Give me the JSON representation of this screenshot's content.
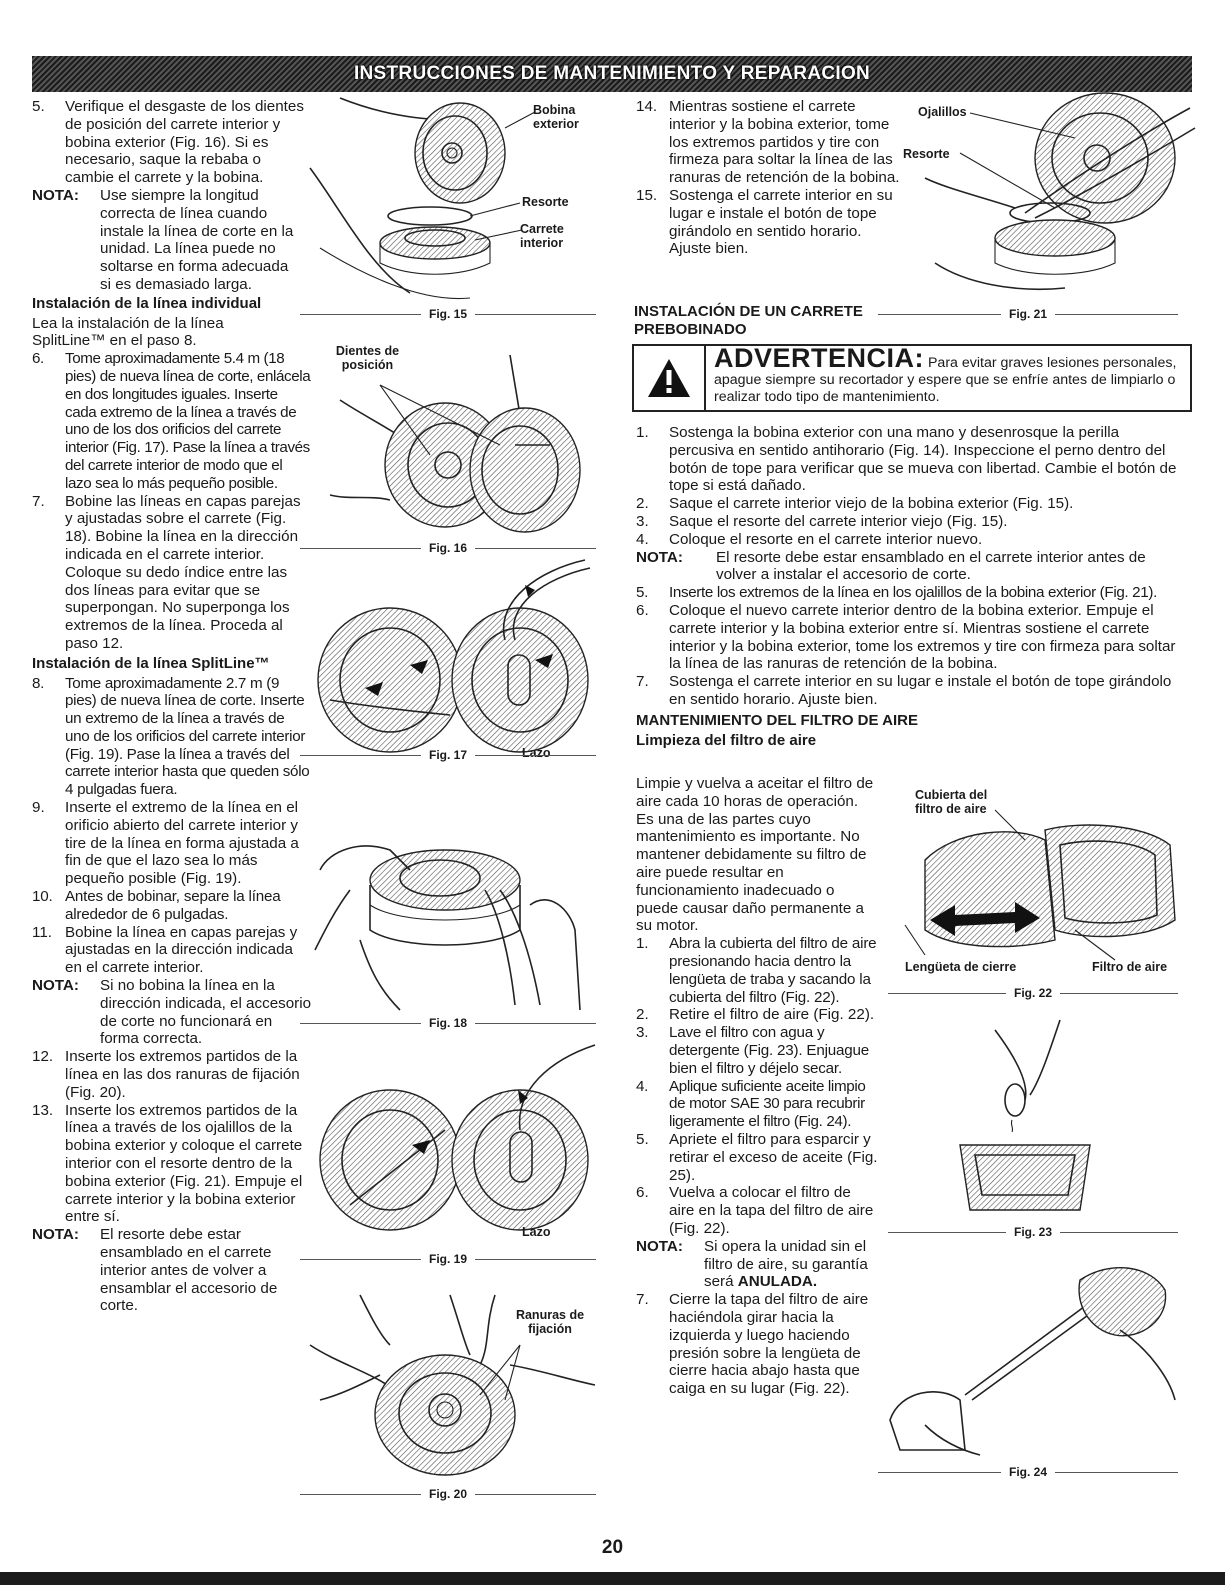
{
  "header": {
    "title": "INSTRUCCIONES DE MANTENIMIENTO Y REPARACION"
  },
  "left": {
    "step5": {
      "num": "5.",
      "text": "Verifique el desgaste de los dientes de posición del carrete interior y bobina exterior (Fig. 16). Si es necesario, saque la rebaba o cambie el carrete y la bobina."
    },
    "nota1": {
      "label": "NOTA:",
      "text": "Use siempre la longitud correcta de línea cuando instale la línea de corte en la unidad. La línea puede no soltarse en forma adecuada si es demasiado larga."
    },
    "h_individual": "Instalación de la línea individual",
    "intro_individual": "Lea la instalación de la línea SplitLine™ en el paso 8.",
    "step6": {
      "num": "6.",
      "text": "Tome aproximadamente 5.4 m (18 pies) de nueva línea de corte, enlácela en dos longitudes iguales. Inserte cada extremo de la línea a través de uno de los dos orificios del carrete interior (Fig. 17). Pase la línea a través del carrete interior de modo que el lazo sea lo más pequeño posible."
    },
    "step7": {
      "num": "7.",
      "text": "Bobine las líneas en capas parejas y ajustadas sobre el carrete (Fig. 18). Bobine la línea en la dirección indicada en el carrete interior. Coloque su dedo índice entre las dos líneas para evitar que se superpongan. No superponga los extremos de la línea. Proceda al paso 12."
    },
    "h_splitline": "Instalación de la línea SplitLine™",
    "step8": {
      "num": "8.",
      "text": "Tome aproximadamente 2.7 m (9 pies) de nueva línea de corte. Inserte un extremo de la línea a través de uno de los orificios del carrete interior (Fig. 19). Pase la línea a través del carrete interior hasta que queden sólo 4 pulgadas fuera."
    },
    "step9": {
      "num": "9.",
      "text": "Inserte el extremo de la línea en el orificio abierto del carrete interior y tire de la línea en forma ajustada a fin de que el lazo sea lo más pequeño posible (Fig. 19)."
    },
    "step10": {
      "num": "10.",
      "text": "Antes de bobinar, separe la línea alrededor de 6 pulgadas."
    },
    "step11": {
      "num": "11.",
      "text": "Bobine la línea en capas parejas y ajustadas en la dirección indicada en el carrete interior."
    },
    "nota2": {
      "label": "NOTA:",
      "text": "Si no bobina la línea en la dirección indicada, el accesorio de corte no funcionará en forma correcta."
    },
    "step12": {
      "num": "12.",
      "text": "Inserte los extremos partidos de la línea en las dos ranuras de fijación (Fig. 20)."
    },
    "step13": {
      "num": "13.",
      "text": "Inserte los extremos partidos de la línea a través de los ojalillos de la bobina exterior y coloque el carrete interior con el resorte dentro de la bobina exterior (Fig. 21). Empuje el carrete interior y la bobina exterior entre sí."
    },
    "nota3": {
      "label": "NOTA:",
      "text": "El resorte debe estar ensamblado en el carrete interior antes de volver a ensamblar el accesorio de corte."
    }
  },
  "figs": {
    "f15": {
      "caption": "Fig. 15",
      "bobina": "Bobina exterior",
      "resorte": "Resorte",
      "carrete": "Carrete interior"
    },
    "f16": {
      "caption": "Fig. 16",
      "dientes": "Dientes de posición"
    },
    "f17": {
      "caption": "Fig. 17",
      "lazo": "Lazo"
    },
    "f18": {
      "caption": "Fig. 18"
    },
    "f19": {
      "caption": "Fig. 19",
      "lazo": "Lazo"
    },
    "f20": {
      "caption": "Fig. 20",
      "ranuras": "Ranuras de fijación"
    },
    "f21": {
      "caption": "Fig. 21",
      "ojalillos": "Ojalillos",
      "resorte": "Resorte"
    },
    "f22": {
      "caption": "Fig. 22",
      "cubierta": "Cubierta del filtro de aire",
      "lengueta": "Lengüeta de cierre",
      "filtro": "Filtro de aire"
    },
    "f23": {
      "caption": "Fig. 23"
    },
    "f24": {
      "caption": "Fig. 24"
    }
  },
  "right": {
    "step14": {
      "num": "14.",
      "text": "Mientras sostiene el carrete interior y la bobina exterior, tome los extremos partidos y tire con firmeza para soltar la línea de las ranuras de retención de la bobina."
    },
    "step15": {
      "num": "15.",
      "text": "Sostenga el carrete interior en su lugar e instale el botón de tope girándolo en sentido horario. Ajuste bien."
    },
    "h_prebobinado": "INSTALACIÓN DE UN CARRETE PREBOBINADO",
    "warning": {
      "title": "ADVERTENCIA:",
      "text": "Para evitar graves lesiones personales, apague siempre su recortador y espere que se enfríe antes de limpiarlo o realizar todo tipo de mantenimiento."
    },
    "p1": {
      "num": "1.",
      "text": "Sostenga la bobina exterior con una mano y desenrosque la perilla percusiva en sentido antihorario (Fig. 14). Inspeccione el perno dentro del botón de tope para verificar que se mueva con libertad. Cambie el botón de tope si está dañado."
    },
    "p2": {
      "num": "2.",
      "text": "Saque el carrete interior viejo de la bobina exterior (Fig. 15)."
    },
    "p3": {
      "num": "3.",
      "text": "Saque el resorte del carrete interior viejo (Fig. 15)."
    },
    "p4": {
      "num": "4.",
      "text": "Coloque el resorte en el carrete interior nuevo."
    },
    "nota4": {
      "label": "NOTA:",
      "text": "El resorte debe estar ensamblado en el carrete interior antes de volver a instalar el accesorio de corte."
    },
    "p5": {
      "num": "5.",
      "text": "Inserte los extremos de la línea en los ojalillos de la bobina exterior (Fig. 21)."
    },
    "p6": {
      "num": "6.",
      "text": "Coloque el nuevo carrete interior dentro de la bobina exterior. Empuje el carrete interior y la bobina exterior entre sí. Mientras sostiene el carrete interior y la bobina exterior, tome los extremos y tire con firmeza para soltar la línea de las ranuras de retención de la bobina."
    },
    "p7": {
      "num": "7.",
      "text": "Sostenga el carrete interior en su lugar e instale el botón de tope girándolo en sentido horario. Ajuste bien."
    },
    "h_filtro": "MANTENIMIENTO DEL FILTRO DE AIRE",
    "h_limpieza": "Limpieza del filtro de aire",
    "intro_filtro": "Limpie y vuelva a aceitar el filtro de aire cada 10 horas de operación. Es una de las partes cuyo mantenimiento es importante. No mantener debidamente su filtro de aire puede resultar en funcionamiento inadecuado o puede causar daño permanente a su motor.",
    "f1": {
      "num": "1.",
      "text": "Abra la cubierta del filtro de aire presionando hacia dentro la lengüeta de traba y sacando la cubierta del filtro (Fig. 22)."
    },
    "f2": {
      "num": "2.",
      "text": "Retire el filtro de aire (Fig. 22)."
    },
    "f3": {
      "num": "3.",
      "text": "Lave el filtro con agua y detergente (Fig. 23). Enjuague bien el filtro y déjelo secar."
    },
    "f4": {
      "num": "4.",
      "text": "Aplique suficiente aceite limpio de motor SAE 30 para recubrir ligeramente el filtro (Fig. 24)."
    },
    "f5": {
      "num": "5.",
      "text": "Apriete el filtro para esparcir y retirar el exceso de aceite (Fig. 25)."
    },
    "f6": {
      "num": "6.",
      "text": "Vuelva a colocar el filtro de aire en la tapa del filtro de aire (Fig. 22)."
    },
    "nota5": {
      "label": "NOTA:",
      "text": "Si opera la unidad sin el filtro de aire, su garantía será",
      "bold": "ANULADA."
    },
    "f7": {
      "num": "7.",
      "text": "Cierre la tapa del filtro de aire haciéndola girar hacia la izquierda y luego haciendo presión sobre la lengüeta de cierre hacia abajo hasta que caiga en su lugar (Fig. 22)."
    }
  },
  "footer": {
    "page": "20"
  }
}
